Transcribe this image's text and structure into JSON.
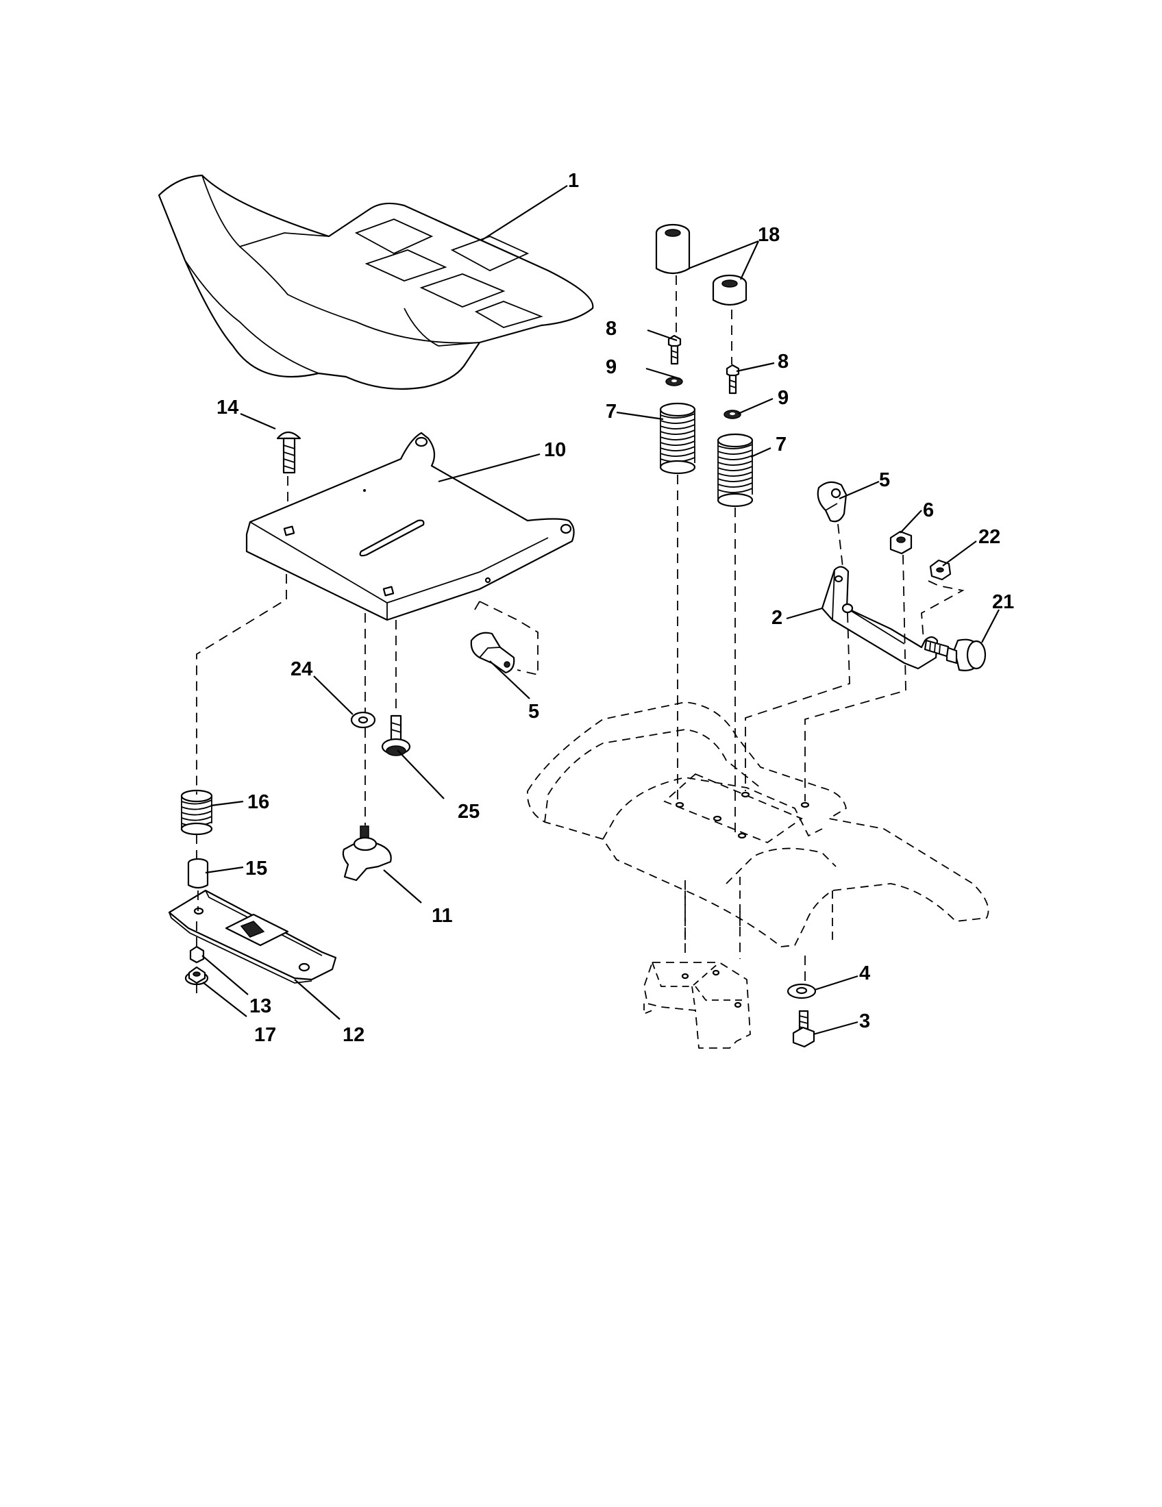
{
  "diagram": {
    "callouts": {
      "c1": "1",
      "c2": "2",
      "c3": "3",
      "c4": "4",
      "c5a": "5",
      "c5b": "5",
      "c6": "6",
      "c7a": "7",
      "c7b": "7",
      "c8a": "8",
      "c8b": "8",
      "c9a": "9",
      "c9b": "9",
      "c10": "10",
      "c11": "11",
      "c12": "12",
      "c13": "13",
      "c14": "14",
      "c15": "15",
      "c16": "16",
      "c17": "17",
      "c18": "18",
      "c21": "21",
      "c22": "22",
      "c24": "24",
      "c25": "25"
    }
  }
}
